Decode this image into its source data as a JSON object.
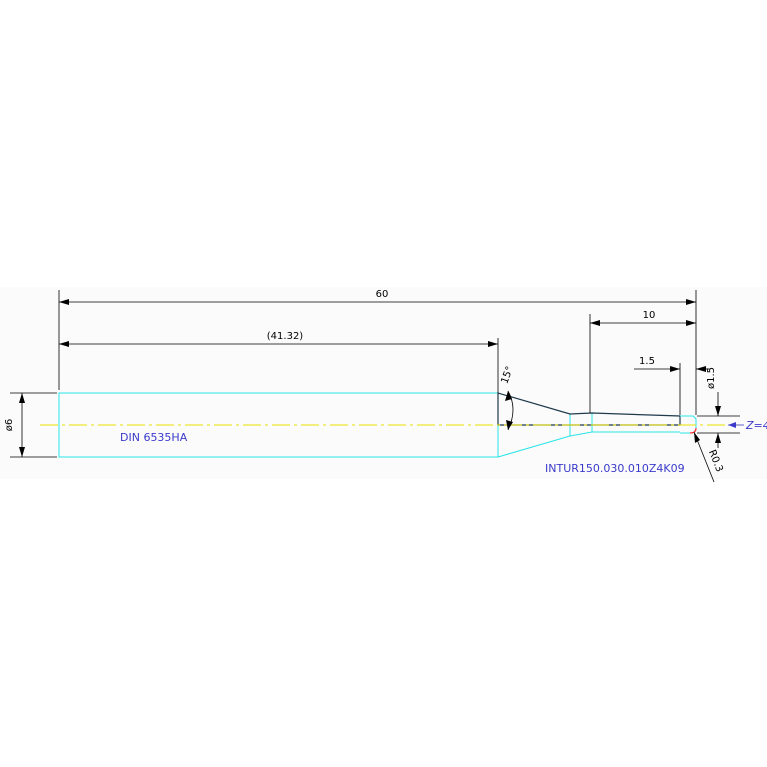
{
  "colors": {
    "background": "#ffffff",
    "panel": "#fbfbfb",
    "dimension": "#000000",
    "tool_outline": "#28e4e8",
    "tool_profile": "#1e3a4c",
    "centerline": "#e8e000",
    "note": "#3a3acc",
    "corner_radius": "#ff3030"
  },
  "dimensions": {
    "overall_length": "60",
    "shank_length": "(41.32)",
    "reach_length": "10",
    "cutting_length": "1.5",
    "cutting_diameter": "ø1.5",
    "shank_diameter": "ø6",
    "taper_angle": "15°",
    "corner_radius": "R0.3"
  },
  "notes": {
    "shank_standard": "DIN 6535HA",
    "part_number": "INTUR150.030.010Z4K09",
    "flute_count": "Z=4"
  }
}
